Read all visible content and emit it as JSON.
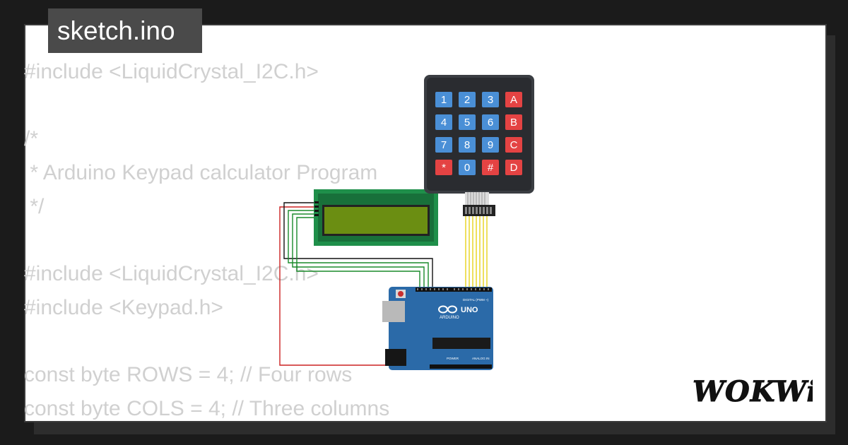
{
  "title": "sketch.ino",
  "code_lines": [
    "#include <LiquidCrystal_I2C.h>",
    "",
    "/*",
    " * Arduino Keypad calculator Program",
    " */",
    "",
    "#include <LiquidCrystal_I2C.h>",
    "#include <Keypad.h>",
    "",
    "const byte ROWS = 4; // Four rows",
    "const byte COLS = 4; // Three columns"
  ],
  "keypad": {
    "keys": [
      [
        "1",
        "2",
        "3",
        "A"
      ],
      [
        "4",
        "5",
        "6",
        "B"
      ],
      [
        "7",
        "8",
        "9",
        "C"
      ],
      [
        "*",
        "0",
        "#",
        "D"
      ]
    ]
  },
  "arduino": {
    "model": "UNO",
    "brand": "ARDUINO",
    "digital_label": "DIGITAL (PWM ~)",
    "power_label": "POWER",
    "analog_label": "ANALOG IN"
  },
  "logo": "WOKWi",
  "colors": {
    "background": "#1b1b1b",
    "title_bg": "#4a4a4a",
    "code_text": "#d0d0d0",
    "key_blue": "#4a8fd6",
    "key_red": "#e44343",
    "keypad_body": "#3a3d42",
    "lcd_frame": "#1f8f4a",
    "lcd_screen": "#6b8e12",
    "board_blue": "#2b6aa8",
    "wire_red": "#cc2222",
    "wire_green": "#1a8a2a",
    "wire_yellow": "#e6d21a",
    "wire_black": "#111111"
  }
}
